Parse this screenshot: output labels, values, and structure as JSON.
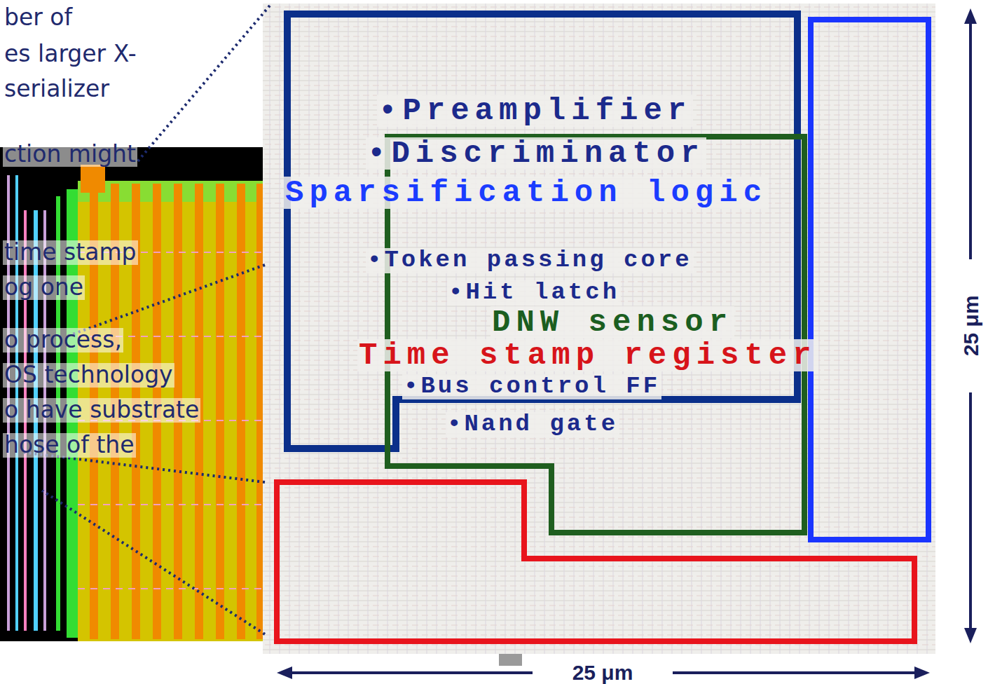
{
  "diagram": {
    "labels": [
      "ber of",
      "es larger X-",
      "serializer",
      "ction might",
      "time stamp",
      "og one",
      "o process,",
      "OS technology",
      "o have substrate",
      "hose of the",
      "•Preamplifier",
      "•Discriminator",
      "Sparsification logic",
      "•Token passing core",
      "•Hit latch",
      "DNW sensor",
      "Time stamp register",
      "•Bus control FF",
      "•Nand gate",
      "25 μm",
      "25 μm"
    ]
  }
}
